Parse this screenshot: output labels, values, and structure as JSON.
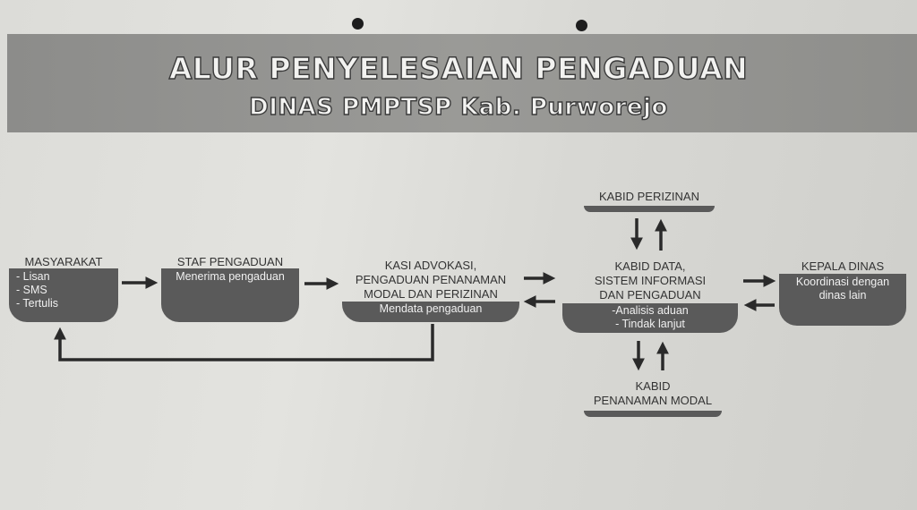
{
  "header": {
    "title": "ALUR PENYELESAIAN PENGADUAN",
    "subtitle": "DINAS PMPTSP Kab. Purworejo"
  },
  "nodes": {
    "masyarakat": {
      "label": "MASYARAKAT",
      "items": [
        "- Lisan",
        "- SMS",
        "- Tertulis"
      ]
    },
    "staf": {
      "label": "STAF PENGADUAN",
      "items": [
        "Menerima pengaduan"
      ]
    },
    "kasi": {
      "label": [
        "KASI ADVOKASI,",
        "PENGADUAN PENANAMAN",
        "MODAL DAN PERIZINAN"
      ],
      "items": [
        "Mendata pengaduan"
      ]
    },
    "kabid_data": {
      "label": [
        "KABID DATA,",
        "SISTEM INFORMASI",
        "DAN PENGADUAN"
      ],
      "items": [
        "-Analisis aduan",
        "- Tindak lanjut"
      ]
    },
    "kepala": {
      "label": "KEPALA DINAS",
      "items": [
        "Koordinasi dengan",
        "dinas lain"
      ]
    },
    "kabid_perizinan": {
      "label": "KABID PERIZINAN"
    },
    "kabid_pm": {
      "label": [
        "KABID",
        "PENANAMAN MODAL"
      ]
    }
  }
}
